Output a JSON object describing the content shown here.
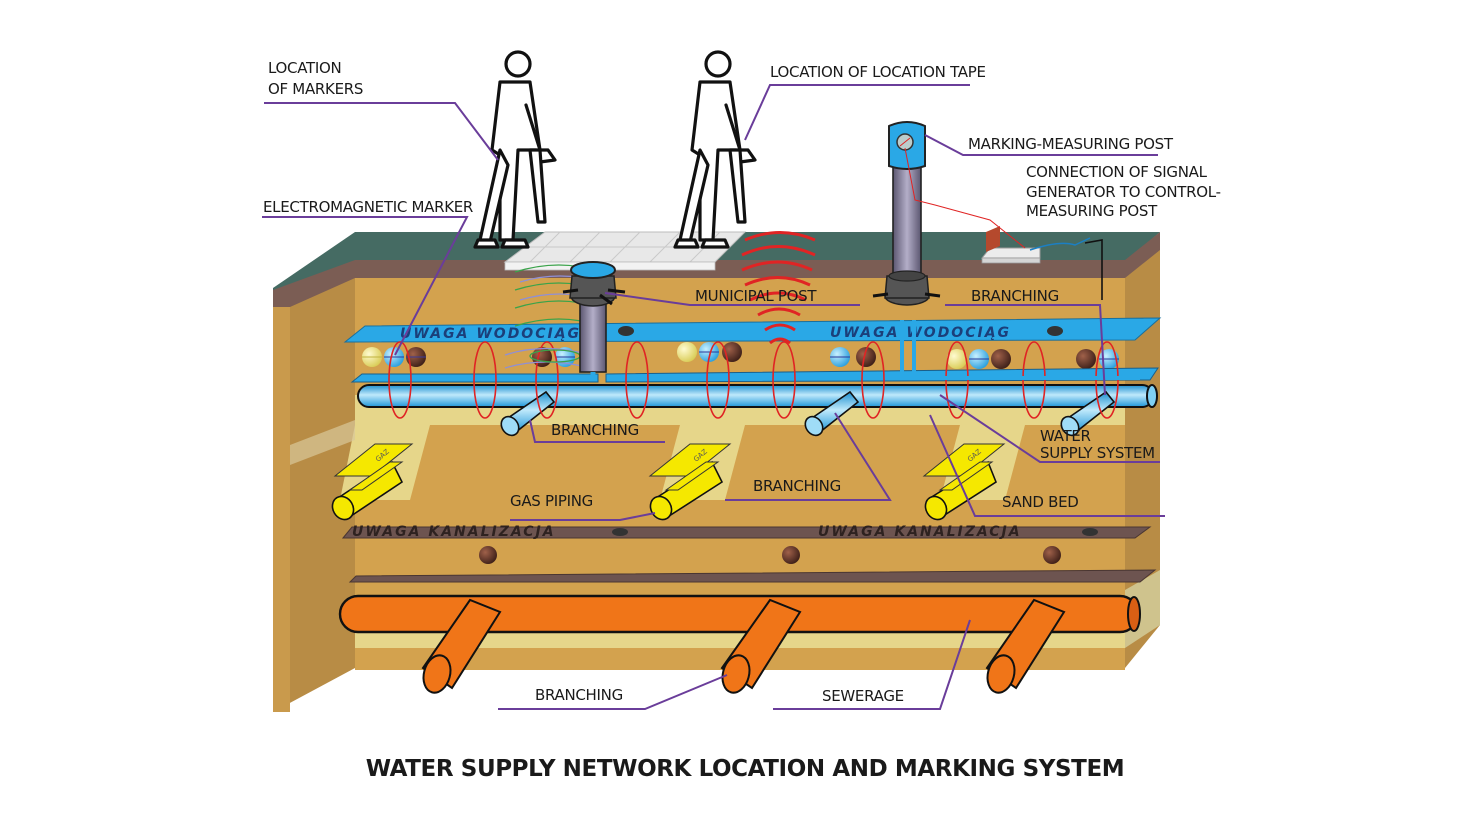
{
  "diagram": {
    "title": "WATER SUPPLY NETWORK LOCATION AND MARKING SYSTEM",
    "labels": {
      "location_of_markers_line1": "LOCATION",
      "location_of_markers_line2": "OF MARKERS",
      "electromagnetic_marker": "ELECTROMAGNETIC MARKER",
      "location_of_location_tape": "LOCATION OF LOCATION TAPE",
      "marking_measuring_post": "MARKING-MEASURING POST",
      "signal_generator_line1": "CONNECTION OF SIGNAL",
      "signal_generator_line2": "GENERATOR TO CONTROL-",
      "signal_generator_line3": "MEASURING POST",
      "municipal_post": "MUNICIPAL POST",
      "branching_top": "BRANCHING",
      "branching_water": "BRANCHING",
      "water_supply_system_line1": "WATER",
      "water_supply_system_line2": "SUPPLY SYSTEM",
      "gas_piping": "GAS PIPING",
      "branching_gas": "BRANCHING",
      "sand_bed": "SAND BED",
      "branching_sewer": "BRANCHING",
      "sewerage": "SEWERAGE"
    },
    "tapes": {
      "water_tape_text": "UWAGA WODOCIĄG",
      "sewer_tape_text": "UWAGA KANALIZACJA",
      "gas_tape_text": "GAZ"
    },
    "colors": {
      "grass": "#456b63",
      "topsoil": "#7b5d54",
      "soil": "#d3a24e",
      "soil_side": "#b88c45",
      "sand": "#e6d68a",
      "water_pipe": "#35aee8",
      "water_tape": "#2aa8e6",
      "gas": "#f5e800",
      "sewer": "#f07518",
      "sewer_tape": "#6d5450",
      "leader": "#6a3d9a",
      "signal": "#e02424",
      "marker_yellow": "#f3ea8c",
      "marker_blue": "#5ec4f2",
      "marker_brown": "#5e3528"
    }
  }
}
